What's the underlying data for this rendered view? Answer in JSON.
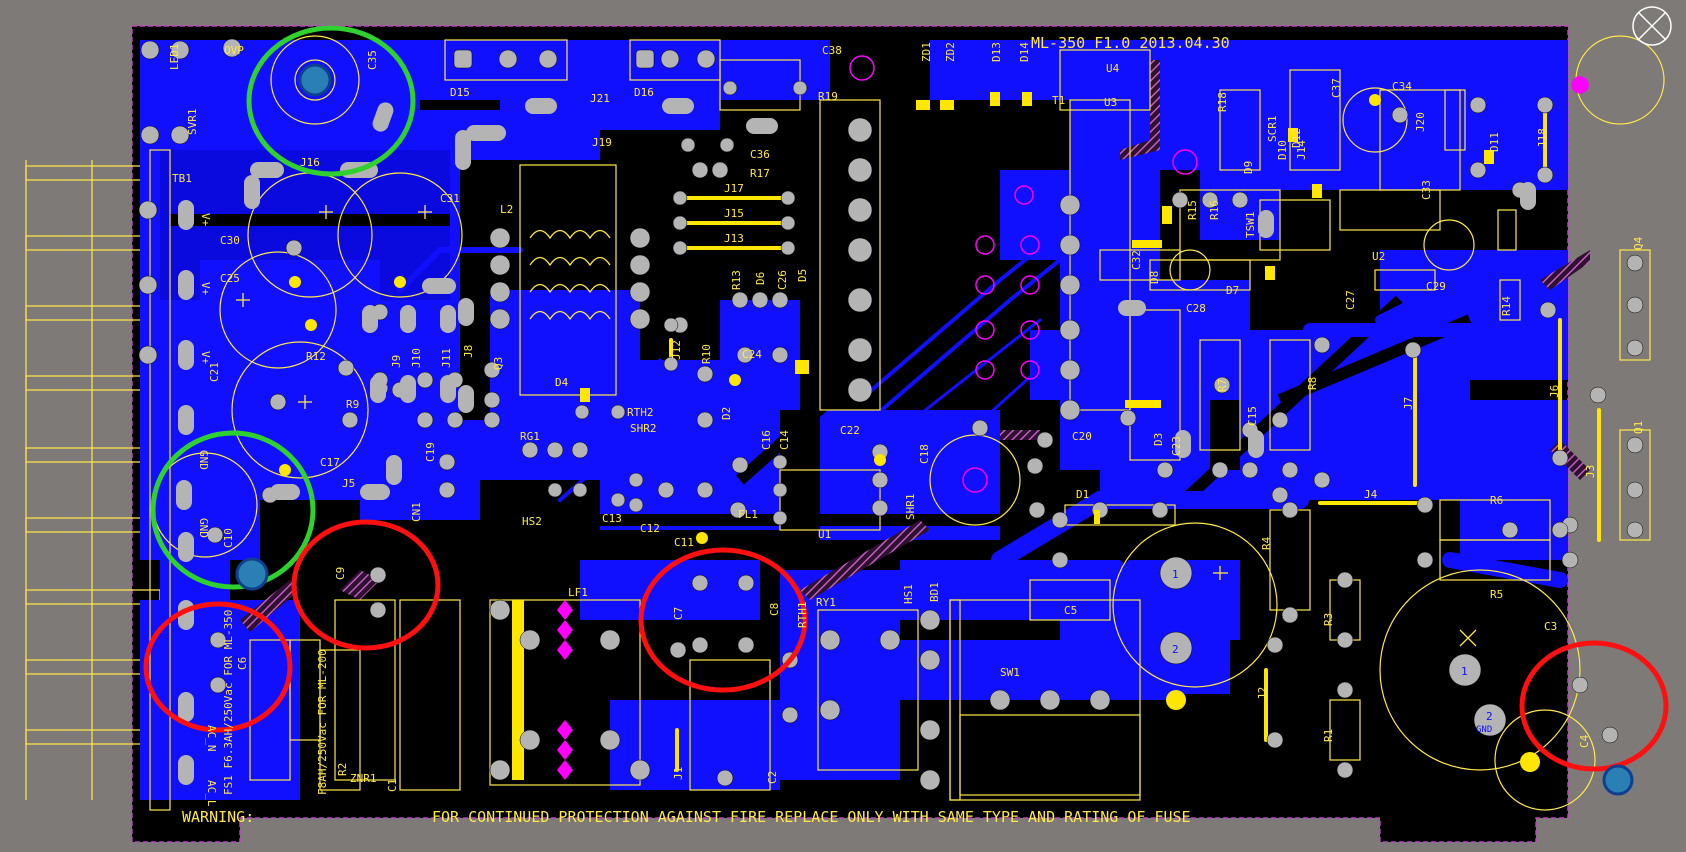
{
  "board": {
    "title": "ML-350 F1.0 2013.04.30",
    "warning_label": "WARNING:",
    "warning_text": "FOR CONTINUED PROTECTION AGAINST FIRE REPLACE ONLY WITH SAME TYPE AND RATING OF FUSE",
    "fuse_note_1": "FS1 F6.3AH/250Vac FOR ML-350",
    "fuse_note_2": "F8AH/250Vac FOR ML-200",
    "ac_n": "AC_N",
    "ac_l": "AC_L",
    "gnd": "GND",
    "vplus": "V+"
  },
  "components": [
    {
      "id": "led1",
      "label": "LED1"
    },
    {
      "id": "ovp",
      "label": "OVP"
    },
    {
      "id": "c35",
      "label": "C35"
    },
    {
      "id": "d15",
      "label": "D15"
    },
    {
      "id": "d16",
      "label": "D16"
    },
    {
      "id": "c38",
      "label": "C38"
    },
    {
      "id": "zd1",
      "label": "ZD1"
    },
    {
      "id": "zd2",
      "label": "ZD2"
    },
    {
      "id": "d13",
      "label": "D13"
    },
    {
      "id": "d14",
      "label": "D14"
    },
    {
      "id": "u4",
      "label": "U4"
    },
    {
      "id": "u3",
      "label": "U3"
    },
    {
      "id": "t1",
      "label": "T1"
    },
    {
      "id": "r19",
      "label": "R19"
    },
    {
      "id": "j21",
      "label": "J21"
    },
    {
      "id": "j19",
      "label": "J19"
    },
    {
      "id": "j16",
      "label": "J16"
    },
    {
      "id": "c36",
      "label": "C36"
    },
    {
      "id": "r17",
      "label": "R17"
    },
    {
      "id": "j17",
      "label": "J17"
    },
    {
      "id": "j15",
      "label": "J15"
    },
    {
      "id": "j13",
      "label": "J13"
    },
    {
      "id": "svr1",
      "label": "SVR1"
    },
    {
      "id": "tb1",
      "label": "TB1"
    },
    {
      "id": "c30",
      "label": "C30"
    },
    {
      "id": "c31",
      "label": "C31"
    },
    {
      "id": "l2",
      "label": "L2"
    },
    {
      "id": "c25",
      "label": "C25"
    },
    {
      "id": "r12",
      "label": "R12"
    },
    {
      "id": "r9",
      "label": "R9"
    },
    {
      "id": "c21",
      "label": "C21"
    },
    {
      "id": "c17",
      "label": "C17"
    },
    {
      "id": "j5",
      "label": "J5"
    },
    {
      "id": "j9",
      "label": "J9"
    },
    {
      "id": "j10",
      "label": "J10"
    },
    {
      "id": "j11",
      "label": "J11"
    },
    {
      "id": "j8",
      "label": "J8"
    },
    {
      "id": "q3",
      "label": "Q3"
    },
    {
      "id": "d4",
      "label": "D4"
    },
    {
      "id": "rth2",
      "label": "RTH2"
    },
    {
      "id": "shr2",
      "label": "SHR2"
    },
    {
      "id": "rg1",
      "label": "RG1"
    },
    {
      "id": "c19",
      "label": "C19"
    },
    {
      "id": "cn1",
      "label": "CN1"
    },
    {
      "id": "hs2",
      "label": "HS2"
    },
    {
      "id": "c13",
      "label": "C13"
    },
    {
      "id": "c12",
      "label": "C12"
    },
    {
      "id": "c11",
      "label": "C11"
    },
    {
      "id": "j12",
      "label": "J12"
    },
    {
      "id": "r10",
      "label": "R10"
    },
    {
      "id": "r13",
      "label": "R13"
    },
    {
      "id": "d6",
      "label": "D6"
    },
    {
      "id": "c26",
      "label": "C26"
    },
    {
      "id": "d5",
      "label": "D5"
    },
    {
      "id": "c24",
      "label": "C24"
    },
    {
      "id": "d2",
      "label": "D2"
    },
    {
      "id": "c16",
      "label": "C16"
    },
    {
      "id": "c14",
      "label": "C14"
    },
    {
      "id": "fl1",
      "label": "FL1"
    },
    {
      "id": "u1",
      "label": "U1"
    },
    {
      "id": "c22",
      "label": "C22"
    },
    {
      "id": "c18",
      "label": "C18"
    },
    {
      "id": "shr1",
      "label": "SHR1"
    },
    {
      "id": "c20",
      "label": "C20"
    },
    {
      "id": "d1",
      "label": "D1"
    },
    {
      "id": "d3",
      "label": "D3"
    },
    {
      "id": "c23",
      "label": "C23"
    },
    {
      "id": "r7",
      "label": "R7"
    },
    {
      "id": "c15",
      "label": "C15"
    },
    {
      "id": "r8",
      "label": "R8"
    },
    {
      "id": "d8",
      "label": "D8"
    },
    {
      "id": "c32",
      "label": "C32"
    },
    {
      "id": "r15",
      "label": "R15"
    },
    {
      "id": "r16",
      "label": "R16"
    },
    {
      "id": "tsw1",
      "label": "TSW1"
    },
    {
      "id": "c28",
      "label": "C28"
    },
    {
      "id": "d7",
      "label": "D7"
    },
    {
      "id": "d9",
      "label": "D9"
    },
    {
      "id": "d10",
      "label": "D10"
    },
    {
      "id": "j14",
      "label": "J14"
    },
    {
      "id": "u2",
      "label": "U2"
    },
    {
      "id": "c27",
      "label": "C27"
    },
    {
      "id": "c29",
      "label": "C29"
    },
    {
      "id": "r18",
      "label": "R18"
    },
    {
      "id": "scr1",
      "label": "SCR1"
    },
    {
      "id": "d12",
      "label": "D12"
    },
    {
      "id": "c37",
      "label": "C37"
    },
    {
      "id": "c34",
      "label": "C34"
    },
    {
      "id": "j20",
      "label": "J20"
    },
    {
      "id": "c33",
      "label": "C33"
    },
    {
      "id": "d11",
      "label": "D11"
    },
    {
      "id": "j18",
      "label": "J18"
    },
    {
      "id": "r14",
      "label": "R14"
    },
    {
      "id": "q4",
      "label": "Q4"
    },
    {
      "id": "j6",
      "label": "J6"
    },
    {
      "id": "j3",
      "label": "J3"
    },
    {
      "id": "q1",
      "label": "Q1"
    },
    {
      "id": "j7",
      "label": "J7"
    },
    {
      "id": "j4",
      "label": "J4"
    },
    {
      "id": "r6",
      "label": "R6"
    },
    {
      "id": "r5",
      "label": "R5"
    },
    {
      "id": "r4",
      "label": "R4"
    },
    {
      "id": "c5",
      "label": "C5"
    },
    {
      "id": "r3",
      "label": "R3"
    },
    {
      "id": "j2",
      "label": "J2"
    },
    {
      "id": "r1",
      "label": "R1"
    },
    {
      "id": "c3",
      "label": "C3"
    },
    {
      "id": "c4",
      "label": "C4"
    },
    {
      "id": "c10",
      "label": "C10"
    },
    {
      "id": "c9",
      "label": "C9"
    },
    {
      "id": "c6",
      "label": "C6"
    },
    {
      "id": "lf1",
      "label": "LF1"
    },
    {
      "id": "c7",
      "label": "C7"
    },
    {
      "id": "c8",
      "label": "C8"
    },
    {
      "id": "rth1",
      "label": "RTH1"
    },
    {
      "id": "ry1",
      "label": "RY1"
    },
    {
      "id": "hs1",
      "label": "HS1"
    },
    {
      "id": "bd1",
      "label": "BD1"
    },
    {
      "id": "sw1",
      "label": "SW1"
    },
    {
      "id": "znr1",
      "label": "ZNR1"
    },
    {
      "id": "r2",
      "label": "R2"
    },
    {
      "id": "c1",
      "label": "C1"
    },
    {
      "id": "j1",
      "label": "J1"
    },
    {
      "id": "c2",
      "label": "C2"
    }
  ],
  "pad_labels": {
    "c5_1": "1",
    "c5_2": "2",
    "c3_1": "1",
    "c3_2": "2",
    "c3_gnd": "GND"
  },
  "colors": {
    "background": "#7d7a78",
    "board": "#000000",
    "copper": "#1010ff",
    "pad": "#b4b4b4",
    "silk": "#ffe84a",
    "jumper": "#ffe600",
    "highlight_green": "#2fd12f",
    "highlight_red": "#ff1010",
    "magenta": "#ff00ff",
    "hatch": "#c060c0"
  }
}
